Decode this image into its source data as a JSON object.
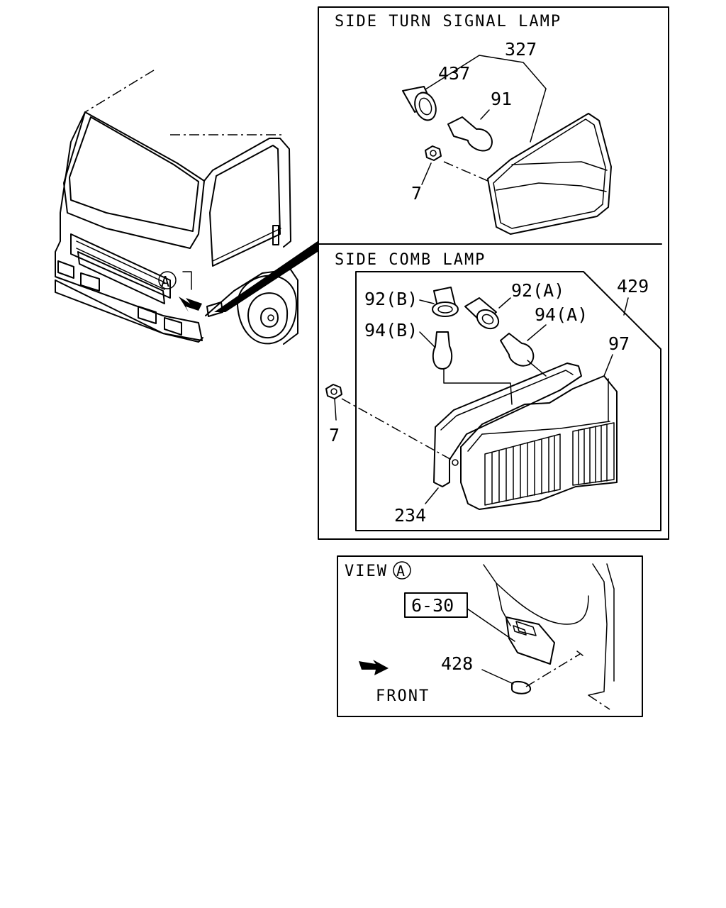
{
  "panels": {
    "side_turn": {
      "title": "SIDE TURN SIGNAL LAMP"
    },
    "side_comb": {
      "title": "SIDE COMB LAMP"
    },
    "view": {
      "title": "VIEW",
      "marker": "A",
      "front": "FRONT",
      "ref": "6-30"
    }
  },
  "overview": {
    "marker": "A"
  },
  "callouts": {
    "c327": "327",
    "c437": "437",
    "c91": "91",
    "c7a": "7",
    "c429": "429",
    "c92b": "92(B)",
    "c92a": "92(A)",
    "c94b": "94(B)",
    "c94a": "94(A)",
    "c97": "97",
    "c7b": "7",
    "c234": "234",
    "c428": "428"
  }
}
